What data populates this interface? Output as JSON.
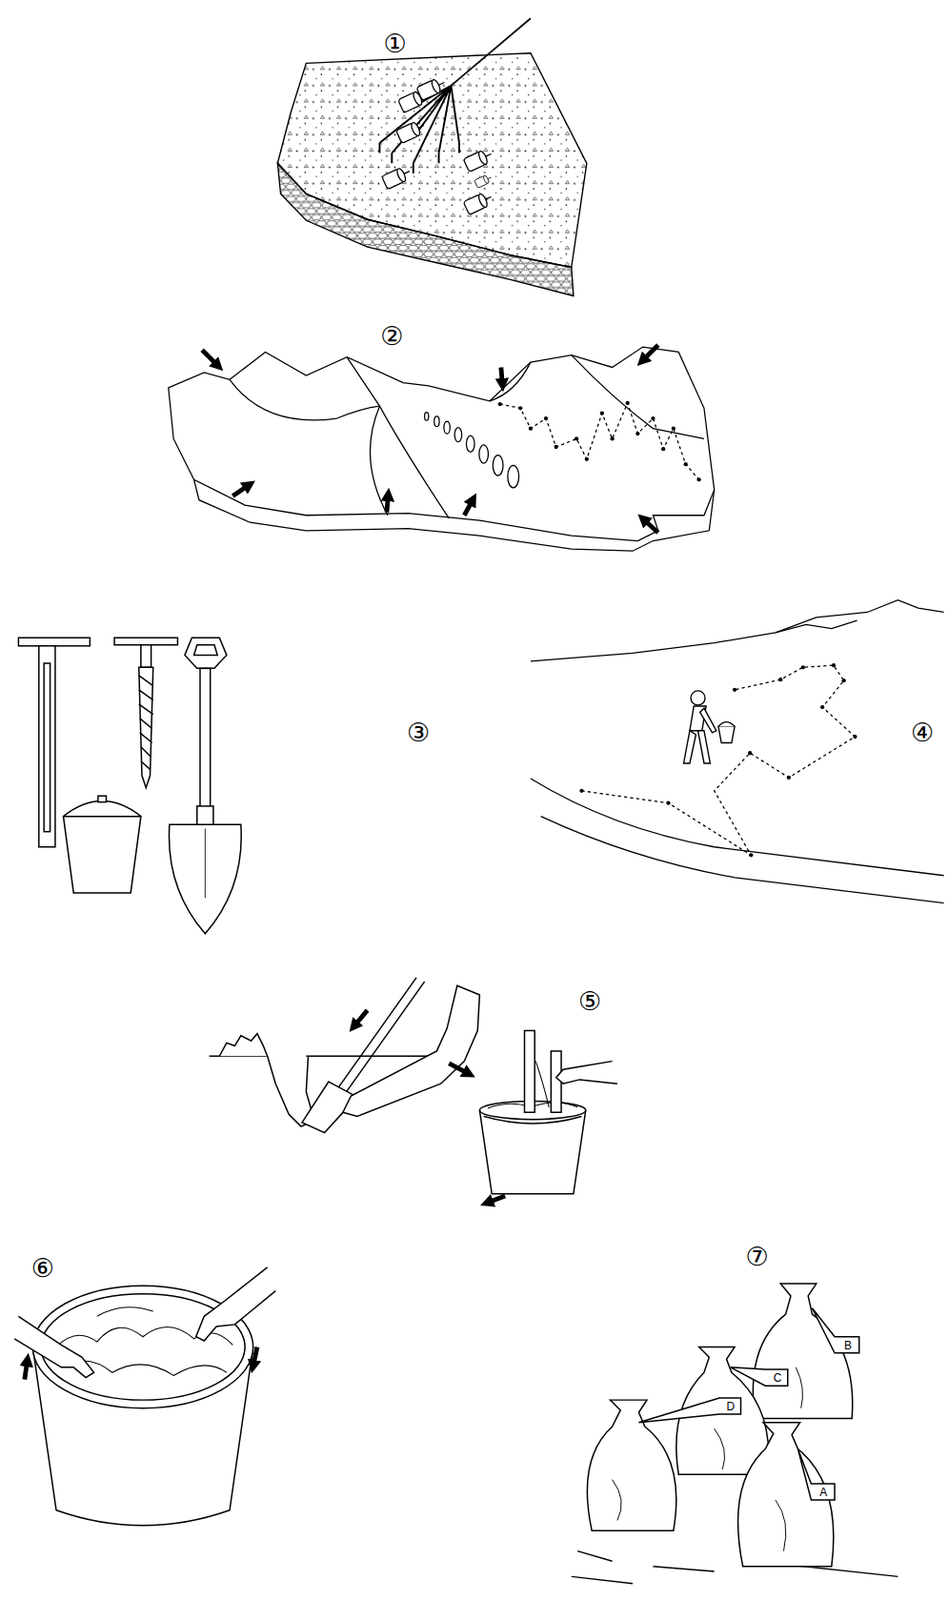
{
  "diagram": {
    "labels": [
      "①",
      "②",
      "③",
      "④",
      "⑤",
      "⑥",
      "⑦",
      "B",
      "C",
      "D",
      "A"
    ]
  }
}
